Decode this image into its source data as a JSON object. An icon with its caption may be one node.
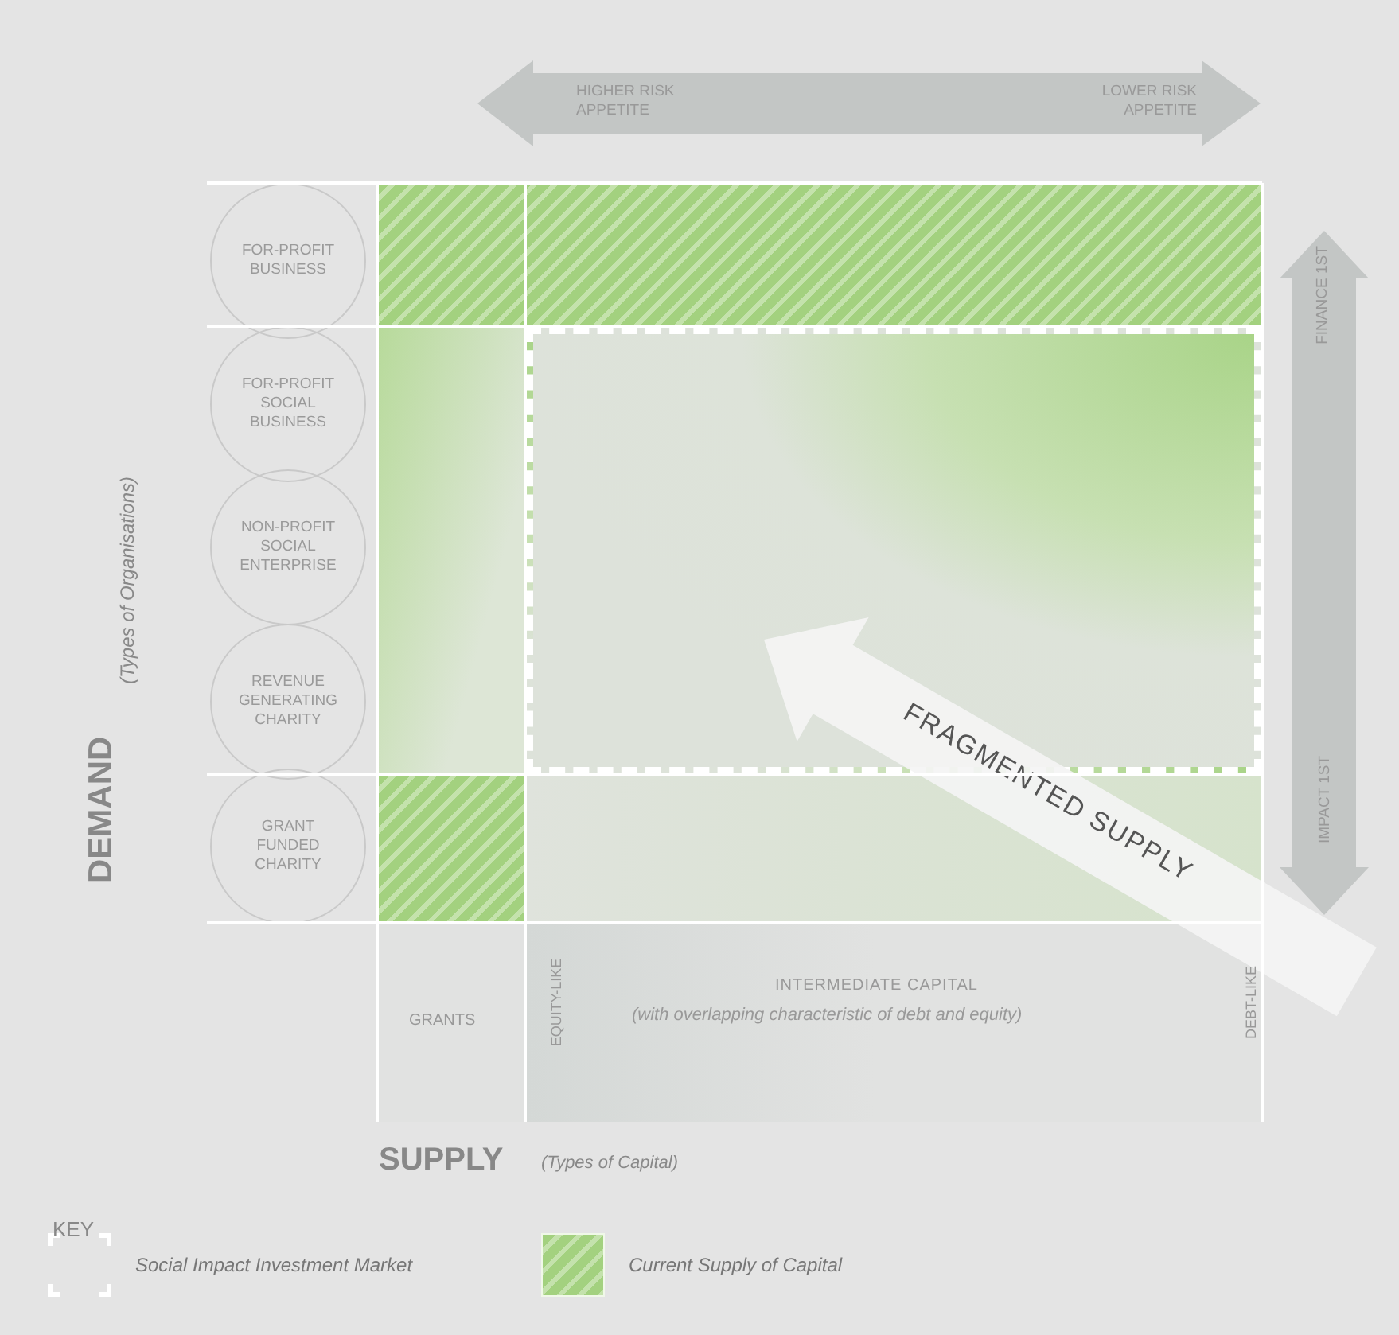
{
  "diagram": {
    "nodes": [
      {
        "text": [
          "FOR-PROFIT BUSINESS"
        ]
      },
      {
        "text": [
          "FOR-PROFIT SOCIAL BUSINESS"
        ]
      },
      {
        "text": [
          "NON-PROFIT SOCIAL ENTERPRISE"
        ]
      },
      {
        "text": [
          "REVENUE GENERATING CHARITY"
        ]
      },
      {
        "text": [
          "GRANT FUNDED CHARITY"
        ]
      }
    ],
    "edges": [],
    "labels": [
      "HIGHER RISK APPETITE",
      "LOWER RISK APPETITE",
      "FINANCE 1ST",
      "IMPACT 1ST",
      "DEMAND",
      "(Types of Organisations)",
      "FRAGMENTED SUPPLY",
      "GRANTS",
      "EQUITY-LIKE",
      "INTERMEDIATE CAPITAL",
      "(with overlapping characteristic of debt and equity)",
      "DEBT-LIKE",
      "SUPPLY",
      "(Types of Capital)",
      "KEY"
    ],
    "legend": [
      {
        "text": "Social Impact Investment Market"
      },
      {
        "text": "Current Supply of Capital",
        "color": "#a3d17f"
      }
    ]
  }
}
